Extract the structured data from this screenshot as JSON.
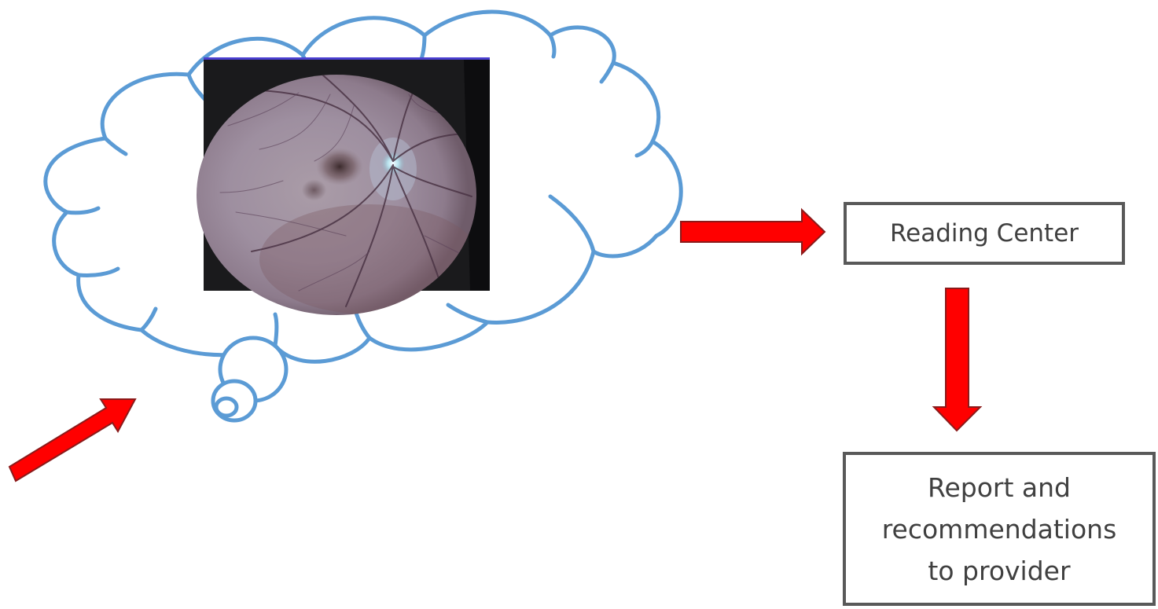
{
  "colors": {
    "cloud_stroke": "#5b9bd5",
    "arrow_fill": "#ff0000",
    "arrow_stroke": "#8b1a1a",
    "box_border": "#595959",
    "box_text": "#404040"
  },
  "cloud": {
    "icon": "thought-cloud-icon",
    "photo_icon": "retinal-fundus-photo-icon"
  },
  "reading_center": {
    "label": "Reading Center"
  },
  "report": {
    "label": "Report and\nrecommendations\nto provider"
  },
  "arrows": [
    {
      "name": "arrow-into-cloud",
      "icon": "right-arrow-icon"
    },
    {
      "name": "arrow-cloud-to-reading-center",
      "icon": "right-arrow-icon"
    },
    {
      "name": "arrow-reading-center-to-report",
      "icon": "down-arrow-icon"
    }
  ]
}
